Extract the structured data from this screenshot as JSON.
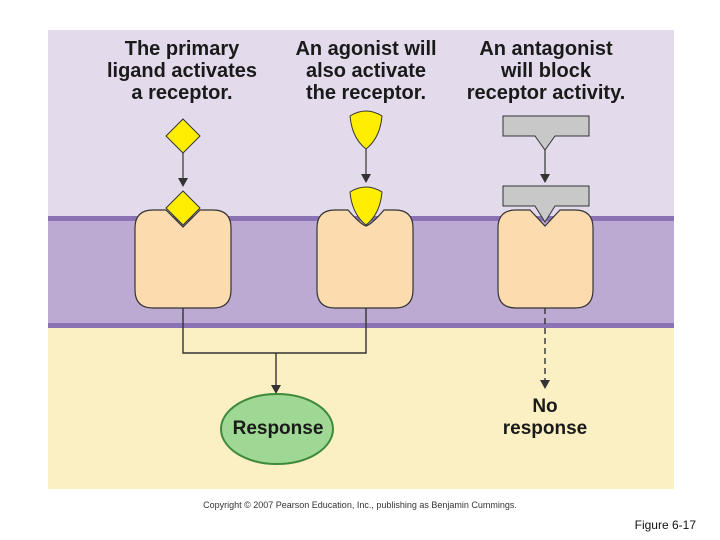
{
  "headings": [
    "The primary\nligand activates\na receptor.",
    "An agonist will\nalso activate\nthe receptor.",
    "An antagonist\nwill block\nreceptor activity."
  ],
  "outcomes": {
    "response": "Response",
    "no_response": "No\nresponse"
  },
  "copyright": "Copyright © 2007 Pearson Education, Inc., publishing as Benjamin Cummings.",
  "figure_label": "Figure 6-17",
  "colors": {
    "extracellular": "#e3dbec",
    "membrane": "#bcaad2",
    "membrane_edge": "#8a72b5",
    "cytoplasm": "#faf0c4",
    "receptor": "#fcdcae",
    "ligand": "#ffee00",
    "antagonist": "#c8c8c8",
    "response": "#9fd895",
    "response_edge": "#3e8a3a"
  }
}
